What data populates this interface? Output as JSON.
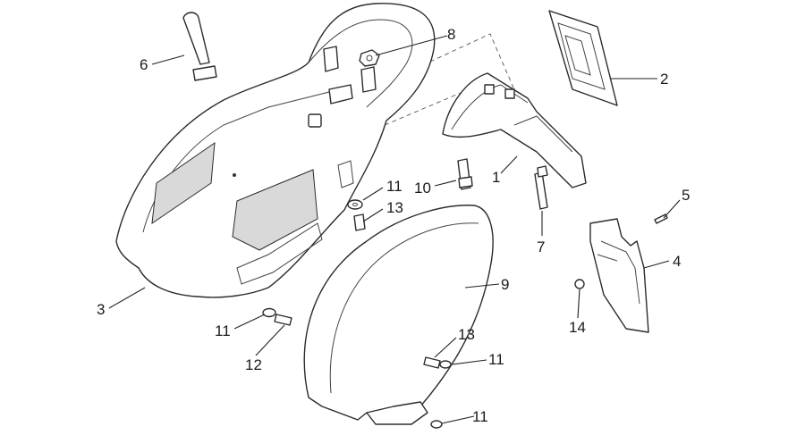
{
  "diagram": {
    "callouts": [
      {
        "id": "c1",
        "label": "1"
      },
      {
        "id": "c2",
        "label": "2"
      },
      {
        "id": "c3",
        "label": "3"
      },
      {
        "id": "c4",
        "label": "4"
      },
      {
        "id": "c5",
        "label": "5"
      },
      {
        "id": "c6",
        "label": "6"
      },
      {
        "id": "c7",
        "label": "7"
      },
      {
        "id": "c8",
        "label": "8"
      },
      {
        "id": "c9",
        "label": "9"
      },
      {
        "id": "c10",
        "label": "10"
      },
      {
        "id": "c11a",
        "label": "11"
      },
      {
        "id": "c11b",
        "label": "11"
      },
      {
        "id": "c11c",
        "label": "11"
      },
      {
        "id": "c11d",
        "label": "11"
      },
      {
        "id": "c12",
        "label": "12"
      },
      {
        "id": "c13a",
        "label": "13"
      },
      {
        "id": "c13b",
        "label": "13"
      },
      {
        "id": "c14",
        "label": "14"
      }
    ]
  }
}
